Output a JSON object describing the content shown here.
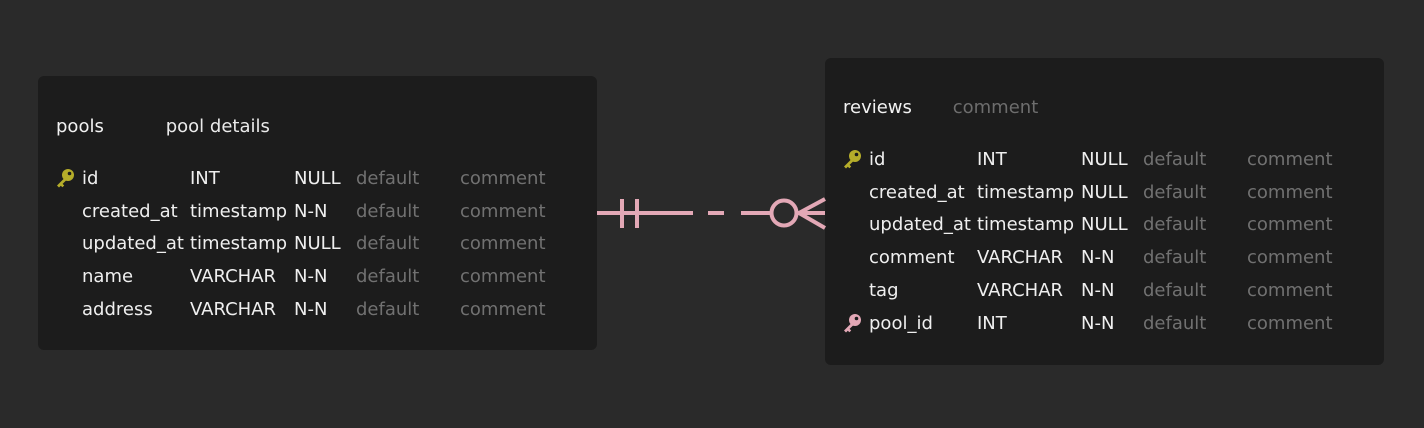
{
  "colors": {
    "background": "#2a2a2a",
    "card": "#1c1c1c",
    "primary_key": "#b5ad2a",
    "foreign_key": "#e3a8b6",
    "relation_line": "#e3a8b6"
  },
  "pools": {
    "name": "pools",
    "comment": "pool details",
    "columns": [
      {
        "name": "id",
        "type": "INT",
        "null": "NULL",
        "default": "default",
        "comment": "comment",
        "key": "primary-key-icon"
      },
      {
        "name": "created_at",
        "type": "timestamp",
        "null": "N-N",
        "default": "default",
        "comment": "comment",
        "key": ""
      },
      {
        "name": "updated_at",
        "type": "timestamp",
        "null": "NULL",
        "default": "default",
        "comment": "comment",
        "key": ""
      },
      {
        "name": "name",
        "type": "VARCHAR",
        "null": "N-N",
        "default": "default",
        "comment": "comment",
        "key": ""
      },
      {
        "name": "address",
        "type": "VARCHAR",
        "null": "N-N",
        "default": "default",
        "comment": "comment",
        "key": ""
      }
    ]
  },
  "reviews": {
    "name": "reviews",
    "comment": "comment",
    "columns": [
      {
        "name": "id",
        "type": "INT",
        "null": "NULL",
        "default": "default",
        "comment": "comment",
        "key": "primary-key-icon"
      },
      {
        "name": "created_at",
        "type": "timestamp",
        "null": "NULL",
        "default": "default",
        "comment": "comment",
        "key": ""
      },
      {
        "name": "updated_at",
        "type": "timestamp",
        "null": "NULL",
        "default": "default",
        "comment": "comment",
        "key": ""
      },
      {
        "name": "comment",
        "type": "VARCHAR",
        "null": "N-N",
        "default": "default",
        "comment": "comment",
        "key": ""
      },
      {
        "name": "tag",
        "type": "VARCHAR",
        "null": "N-N",
        "default": "default",
        "comment": "comment",
        "key": ""
      },
      {
        "name": "pool_id",
        "type": "INT",
        "null": "N-N",
        "default": "default",
        "comment": "comment",
        "key": "foreign-key-icon"
      }
    ]
  }
}
